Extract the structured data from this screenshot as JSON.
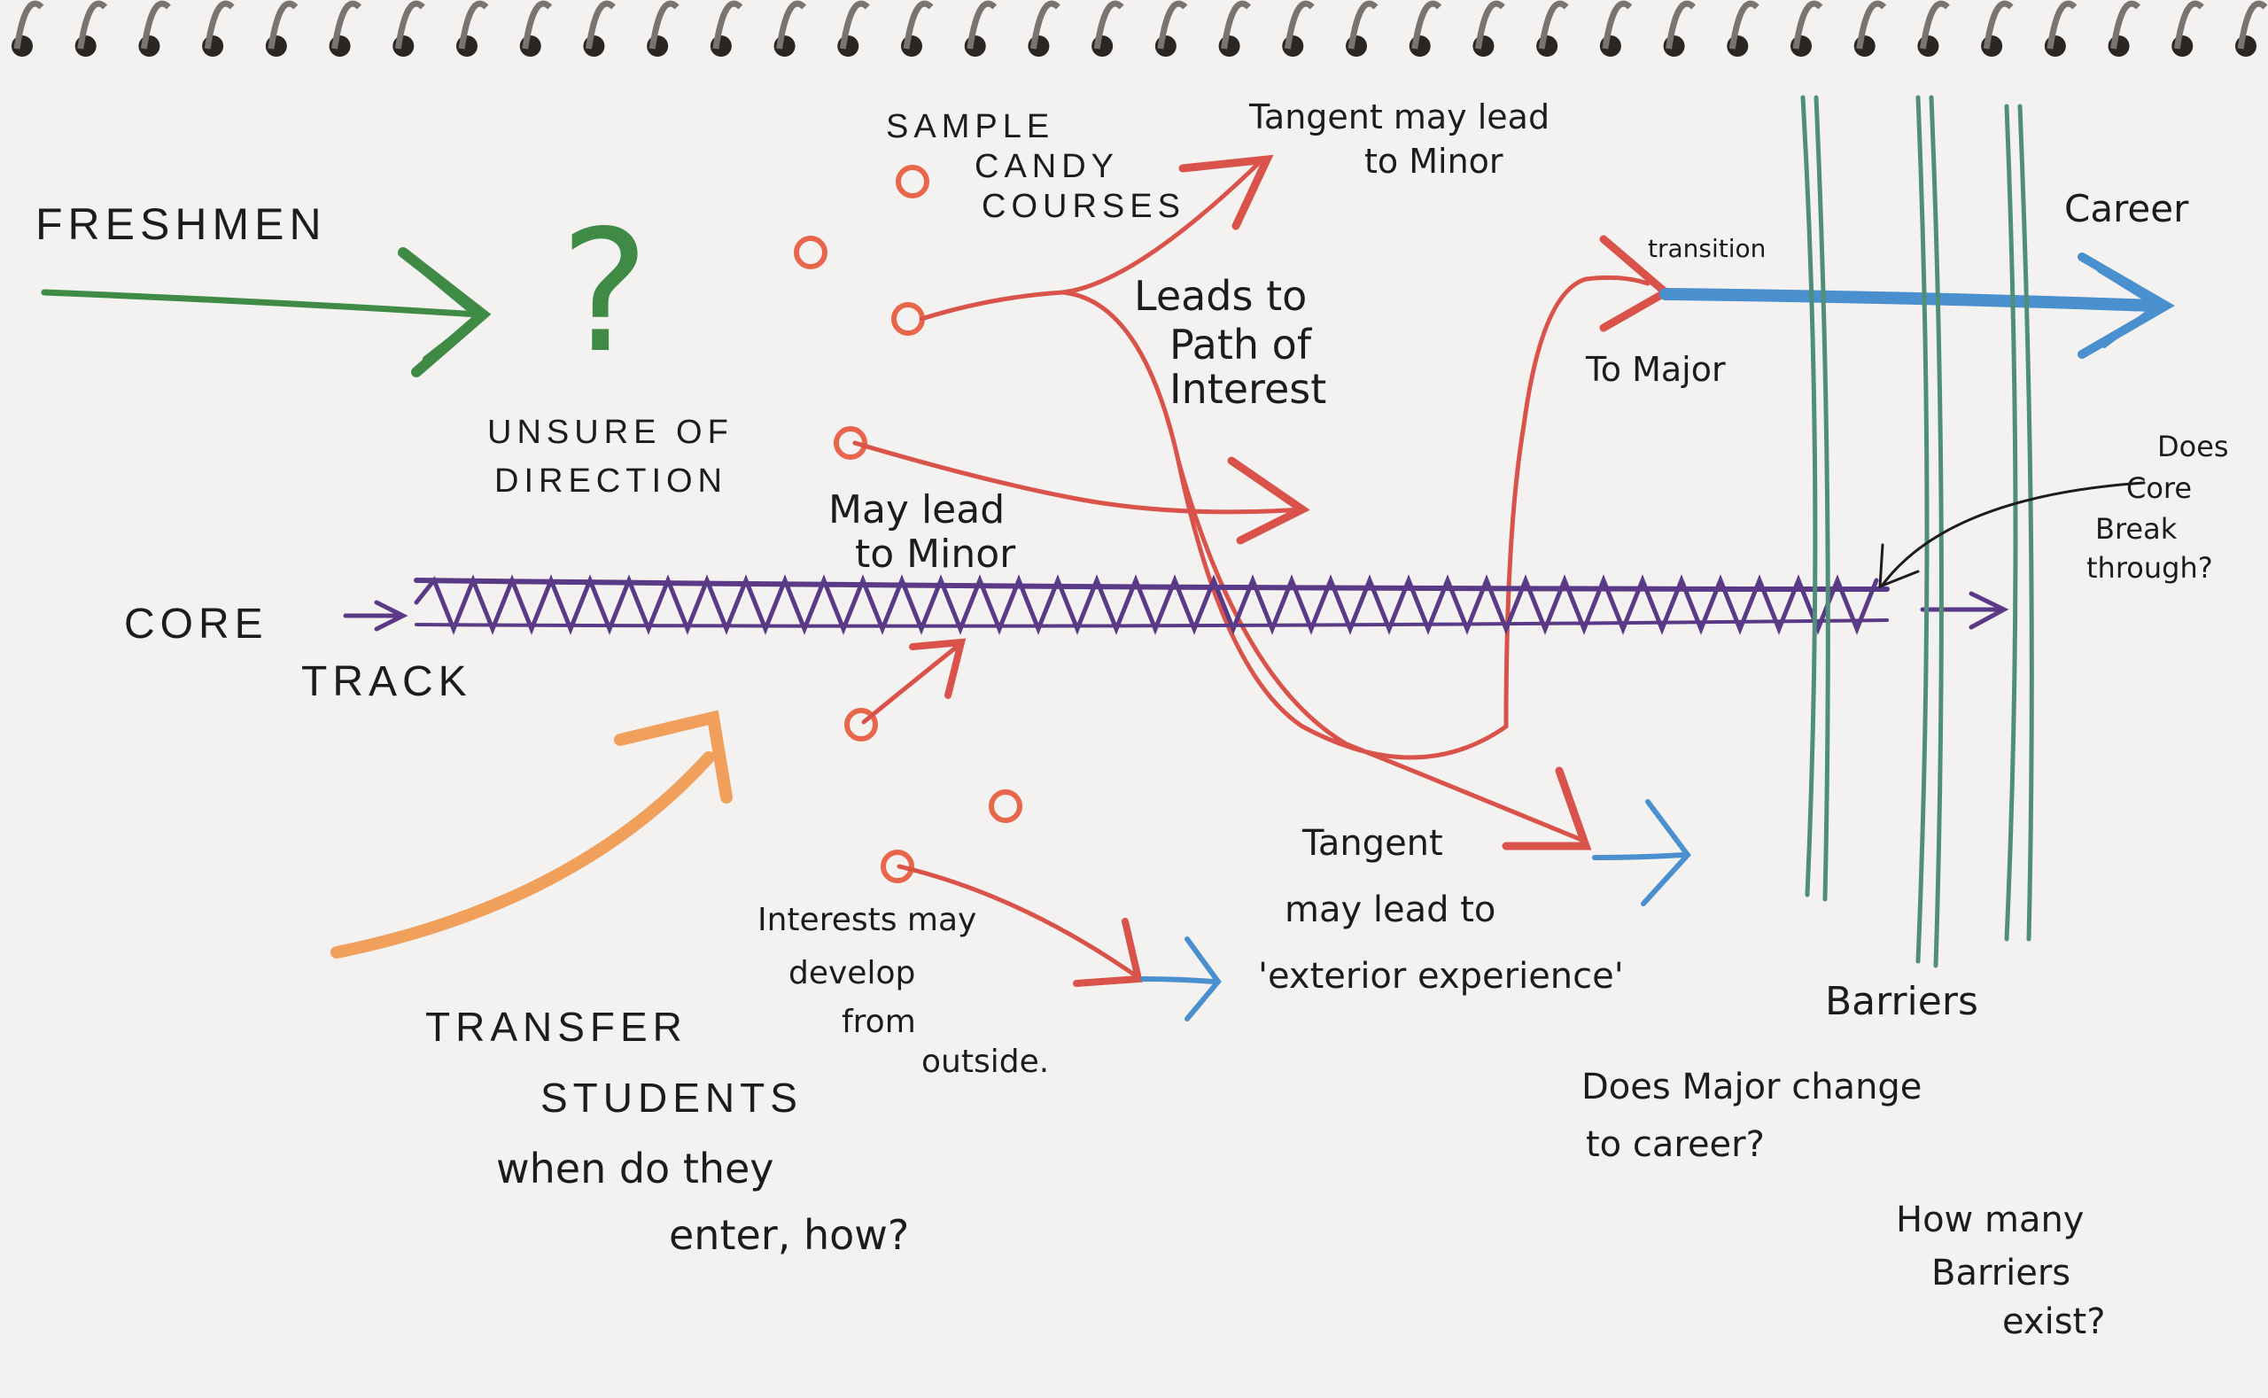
{
  "notebook": {
    "ring_count": 36
  },
  "labels": {
    "freshmen": "FRESHMEN",
    "question_mark": "?",
    "unsure_line1": "UNSURE OF",
    "unsure_line2": "DIRECTION",
    "sample_line1": "SAMPLE",
    "sample_line2": "CANDY",
    "sample_line3": "COURSES",
    "tangent_minor_line1": "Tangent may lead",
    "tangent_minor_line2": "to Minor",
    "leads_line1": "Leads to",
    "leads_line2": "Path of",
    "leads_line3": "Interest",
    "transition": "transition",
    "to_major": "To Major",
    "career": "Career",
    "may_minor_line1": "May lead",
    "may_minor_line2": "to Minor",
    "core_line1": "CORE",
    "core_line2": "TRACK",
    "core_break_line1": "Does",
    "core_break_line2": "Core",
    "core_break_line3": "Break",
    "core_break_line4": "through?",
    "transfer_line1": "TRANSFER",
    "transfer_line2": "STUDENTS",
    "transfer_q_line1": "when do they",
    "transfer_q_line2": "enter, how?",
    "interests_line1": "Interests may",
    "interests_line2": "develop",
    "interests_line3": "from",
    "interests_line4": "outside.",
    "tangent_ext_line1": "Tangent",
    "tangent_ext_line2": "may lead to",
    "tangent_ext_line3": "'exterior experience'",
    "barriers": "Barriers",
    "major_career_line1": "Does Major change",
    "major_career_line2": "to career?",
    "how_many_line1": "How many",
    "how_many_line2": "Barriers",
    "how_many_line3": "exist?"
  },
  "colors": {
    "green": "#3f8a45",
    "orange_dot": "#e8664a",
    "red": "#d9534a",
    "purple": "#5a3a86",
    "blue": "#4a90cf",
    "orange": "#f0a05a",
    "barrier": "#4f8f7a",
    "ink": "#1d1b1f",
    "paper": "#f4f2f1"
  }
}
